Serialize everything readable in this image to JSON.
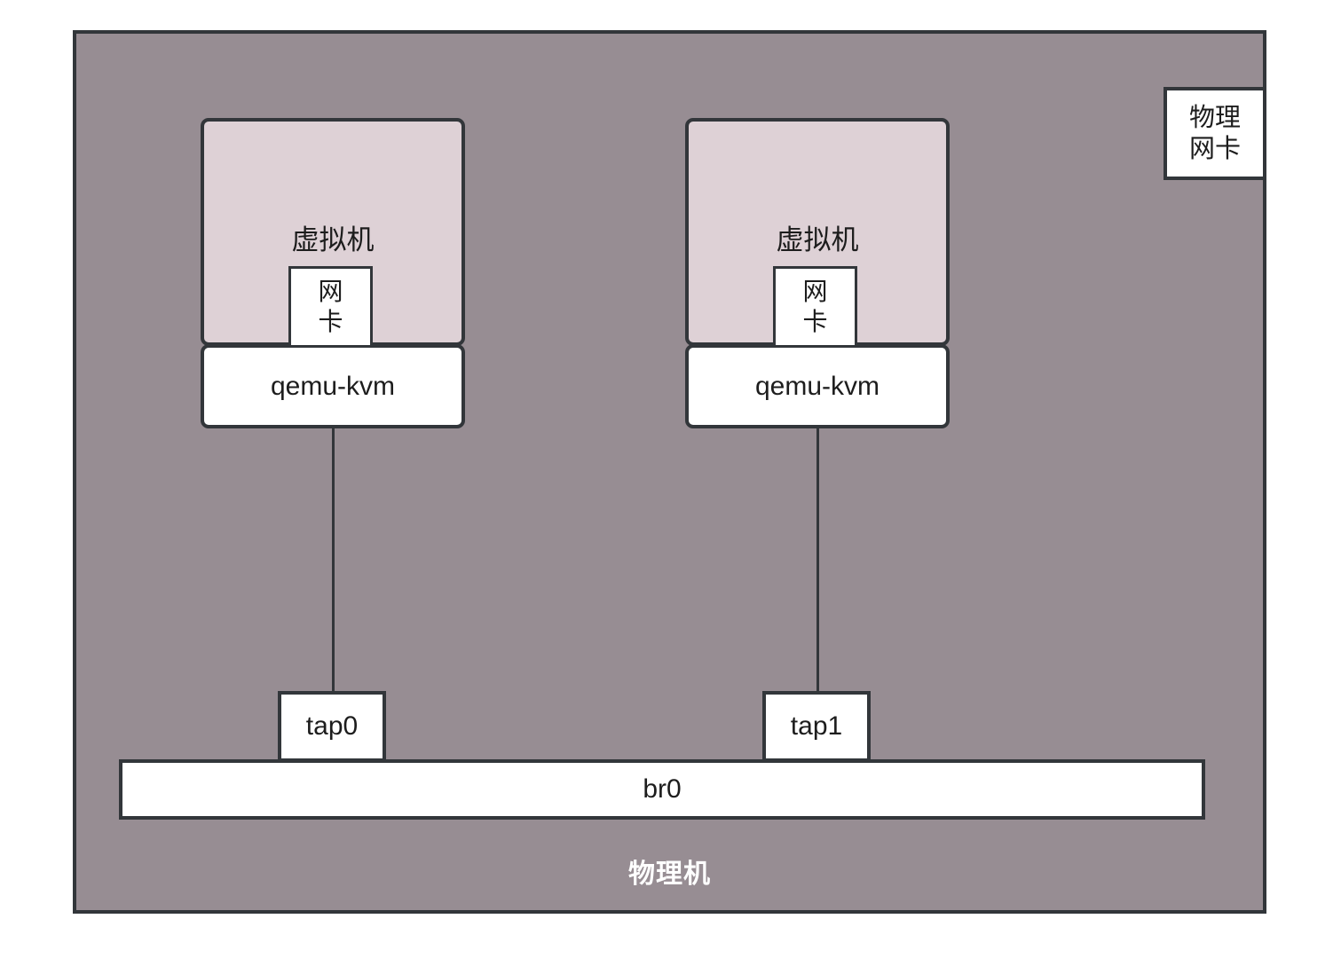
{
  "diagram": {
    "host": {
      "label": "物理机",
      "bg_color": "#978d93",
      "border_color": "#32363a"
    },
    "physical_nic": {
      "line1": "物理",
      "line2": "网卡"
    },
    "vms": [
      {
        "title": "虚拟机",
        "nic_line1": "网",
        "nic_line2": "卡",
        "hypervisor": "qemu-kvm",
        "tap": "tap0",
        "bg_color": "#ded1d6"
      },
      {
        "title": "虚拟机",
        "nic_line1": "网",
        "nic_line2": "卡",
        "hypervisor": "qemu-kvm",
        "tap": "tap1",
        "bg_color": "#ded1d6"
      }
    ],
    "bridge": {
      "label": "br0"
    }
  }
}
